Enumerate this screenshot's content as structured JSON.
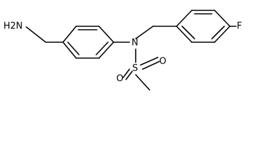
{
  "atoms": {
    "amine": "H2N",
    "nitrogen": "N",
    "sulfur": "S",
    "oxygen_top": "O",
    "oxygen_bottom": "O",
    "fluorine": "F"
  },
  "colors": {
    "bond": "#000000",
    "background": "#ffffff"
  }
}
